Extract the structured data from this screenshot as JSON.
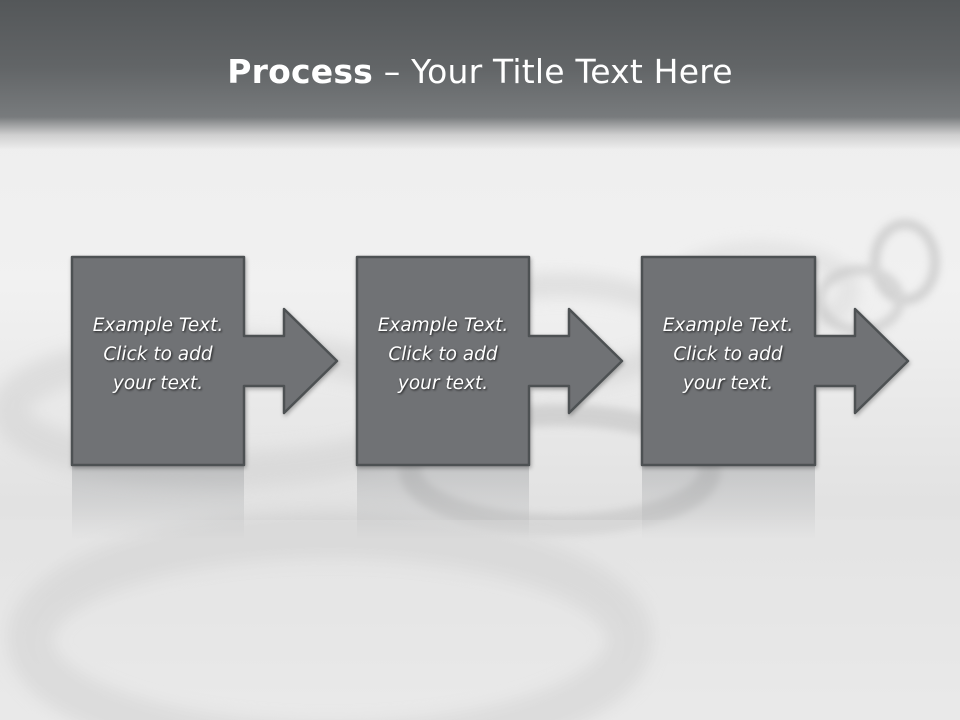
{
  "slide": {
    "title_bold": "Process",
    "title_rest": " – Your Title Text Here"
  },
  "steps": [
    {
      "text": "Example Text.\nClick  to add\nyour text."
    },
    {
      "text": "Example Text.\nClick  to add\nyour text."
    },
    {
      "text": "Example Text.\nClick  to add\nyour text."
    }
  ],
  "colors": {
    "title_band": "#5a5d5f",
    "step_fill": "#6f7275",
    "step_stroke": "#4e5153"
  }
}
